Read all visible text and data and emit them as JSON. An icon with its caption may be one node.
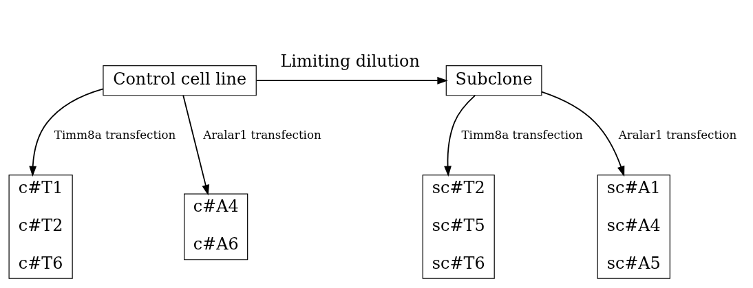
{
  "diagram": {
    "nodes": [
      {
        "text": [
          "Control cell line"
        ]
      },
      {
        "text": [
          "Subclone"
        ]
      },
      {
        "text": [
          "c#T1",
          "c#T2",
          "c#T6"
        ]
      },
      {
        "text": [
          "c#A4",
          "c#A6"
        ]
      },
      {
        "text": [
          "sc#T2",
          "sc#T5",
          "sc#T6"
        ]
      },
      {
        "text": [
          "sc#A1",
          "sc#A4",
          "sc#A5"
        ]
      }
    ],
    "edges": [
      {
        "from": 0,
        "to": 1,
        "arrow": "to",
        "label": "Limiting dilution"
      },
      {
        "from": 0,
        "to": 2,
        "arrow": "to",
        "label": "Timm8a transfection"
      },
      {
        "from": 0,
        "to": 3,
        "arrow": "to",
        "label": "Aralar1 transfection"
      },
      {
        "from": 1,
        "to": 4,
        "arrow": "to",
        "label": "Timm8a transfection"
      },
      {
        "from": 1,
        "to": 5,
        "arrow": "to",
        "label": "Aralar1 transfection"
      }
    ]
  }
}
